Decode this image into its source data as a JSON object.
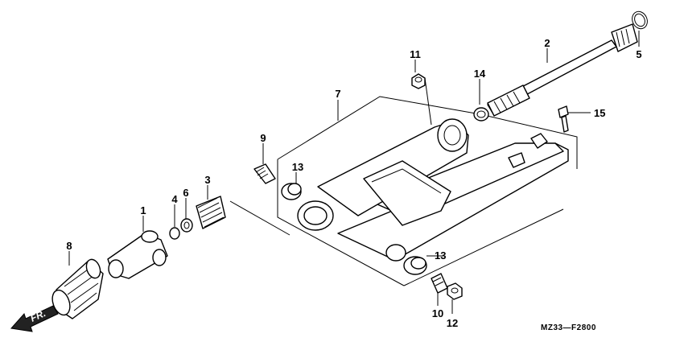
{
  "diagram": {
    "code": "MZ33—F2800",
    "direction_label": "FR.",
    "callouts": [
      {
        "id": "c1",
        "number": "1"
      },
      {
        "id": "c2",
        "number": "2"
      },
      {
        "id": "c3",
        "number": "3"
      },
      {
        "id": "c4",
        "number": "4"
      },
      {
        "id": "c5",
        "number": "5"
      },
      {
        "id": "c6",
        "number": "6"
      },
      {
        "id": "c7",
        "number": "7"
      },
      {
        "id": "c8",
        "number": "8"
      },
      {
        "id": "c9",
        "number": "9"
      },
      {
        "id": "c10",
        "number": "10"
      },
      {
        "id": "c11",
        "number": "11"
      },
      {
        "id": "c12",
        "number": "12"
      },
      {
        "id": "c13a",
        "number": "13"
      },
      {
        "id": "c13b",
        "number": "13"
      },
      {
        "id": "c14",
        "number": "14"
      },
      {
        "id": "c15",
        "number": "15"
      }
    ]
  }
}
